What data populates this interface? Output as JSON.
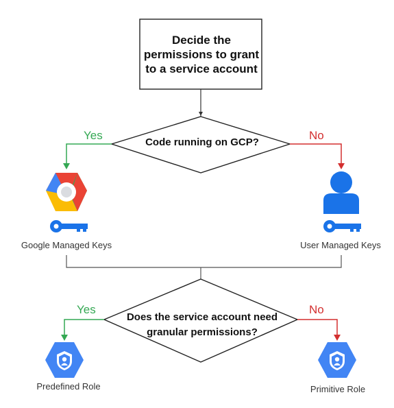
{
  "decision_box": {
    "text": "Decide the permissions to grant to a service account"
  },
  "decision_1": {
    "question": "Code running on GCP?",
    "yes_label": "Yes",
    "no_label": "No",
    "yes_result": "Google Managed Keys",
    "no_result": "User Managed Keys",
    "yes_icon": "gcp-hexagon-logo-icon",
    "no_icon": "user-person-icon"
  },
  "decision_2": {
    "question_line1": "Does the service account need",
    "question_line2": "granular permissions?",
    "yes_label": "Yes",
    "no_label": "No",
    "yes_result": "Predefined Role",
    "no_result": "Primitive Role",
    "result_icon": "iam-shield-hexagon-icon"
  },
  "colors": {
    "yes": "#34a853",
    "no": "#d32f2f",
    "line": "#333333",
    "key_blue": "#1a73e8",
    "hex_blue": "#4285f4"
  }
}
